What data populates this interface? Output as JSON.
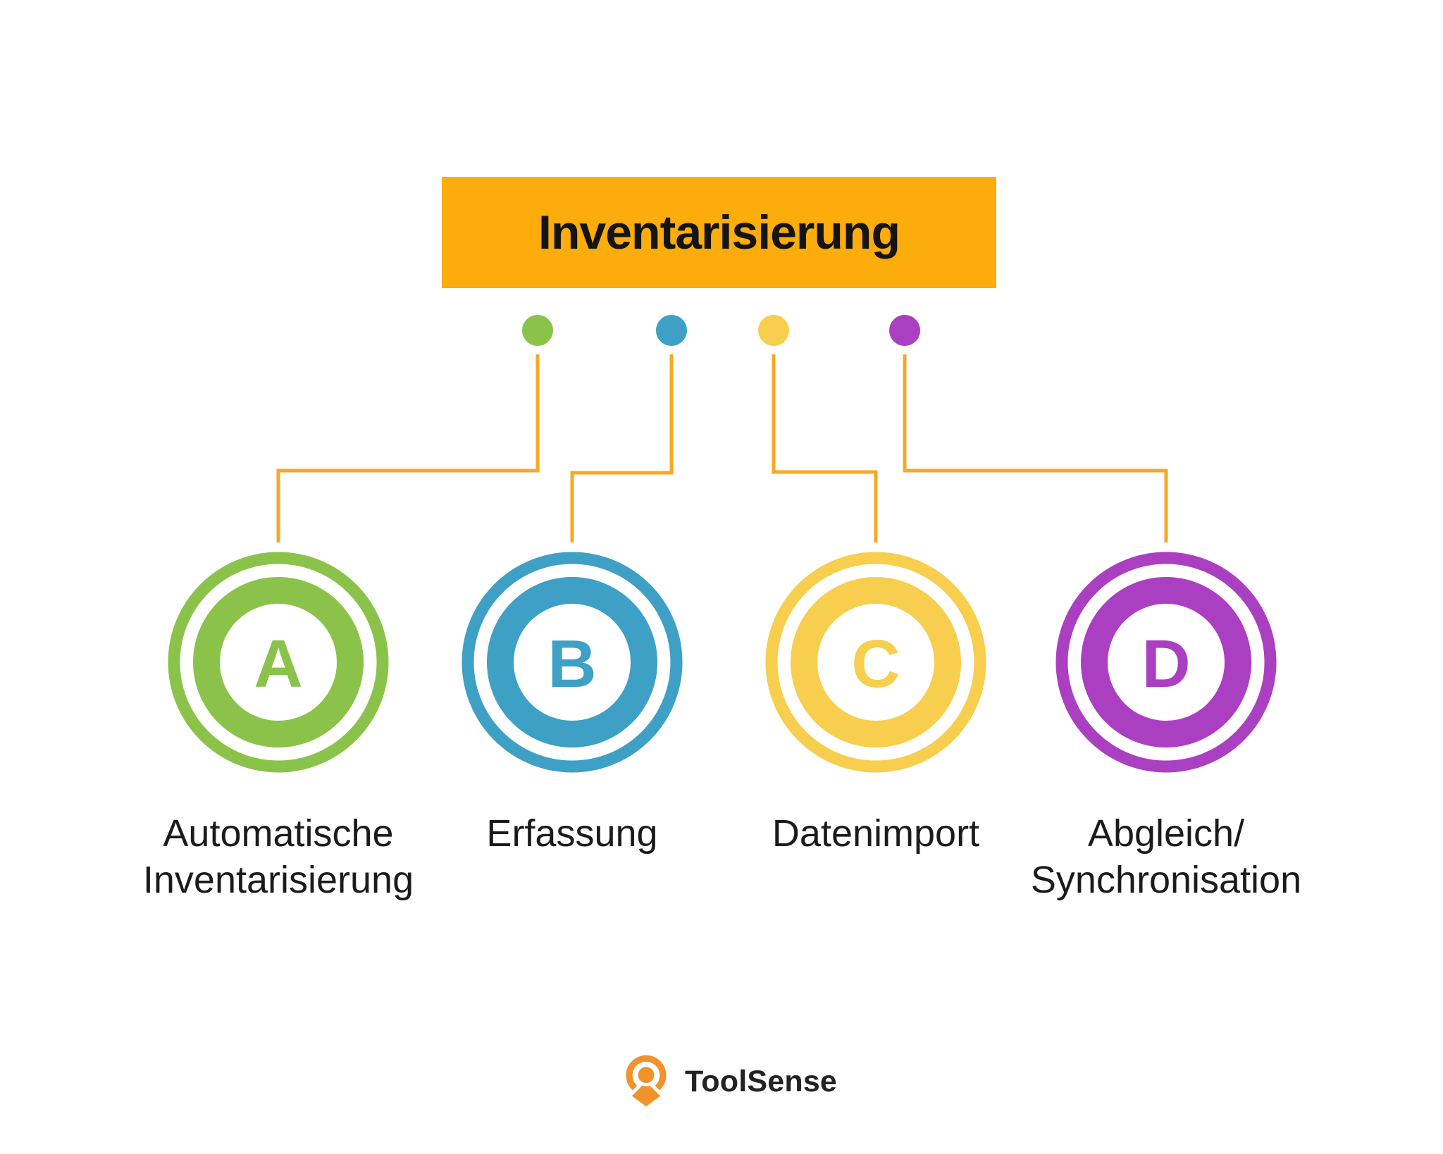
{
  "header": {
    "title": "Inventarisierung",
    "bg_color": "#FCAC0B",
    "text_color": "#141414"
  },
  "connector_color": "#F8A825",
  "branches": [
    {
      "letter": "A",
      "color": "#8BC34A",
      "label": "Automatische Inventarisierung",
      "lines": [
        "Automatische",
        "Inventarisierung"
      ]
    },
    {
      "letter": "B",
      "color": "#3DA0C4",
      "label": "Erfassung",
      "lines": [
        "Erfassung"
      ]
    },
    {
      "letter": "C",
      "color": "#F8CE4E",
      "label": "Datenimport",
      "lines": [
        "Datenimport"
      ]
    },
    {
      "letter": "D",
      "color": "#AB3FC2",
      "label": "Abgleich/Synchronisation",
      "lines": [
        "Abgleich/",
        "Synchronisation"
      ]
    }
  ],
  "label_text_color": "#1B1B1B",
  "logo": {
    "name": "ToolSense",
    "icon_color": "#F2922B",
    "text_color": "#232323"
  }
}
